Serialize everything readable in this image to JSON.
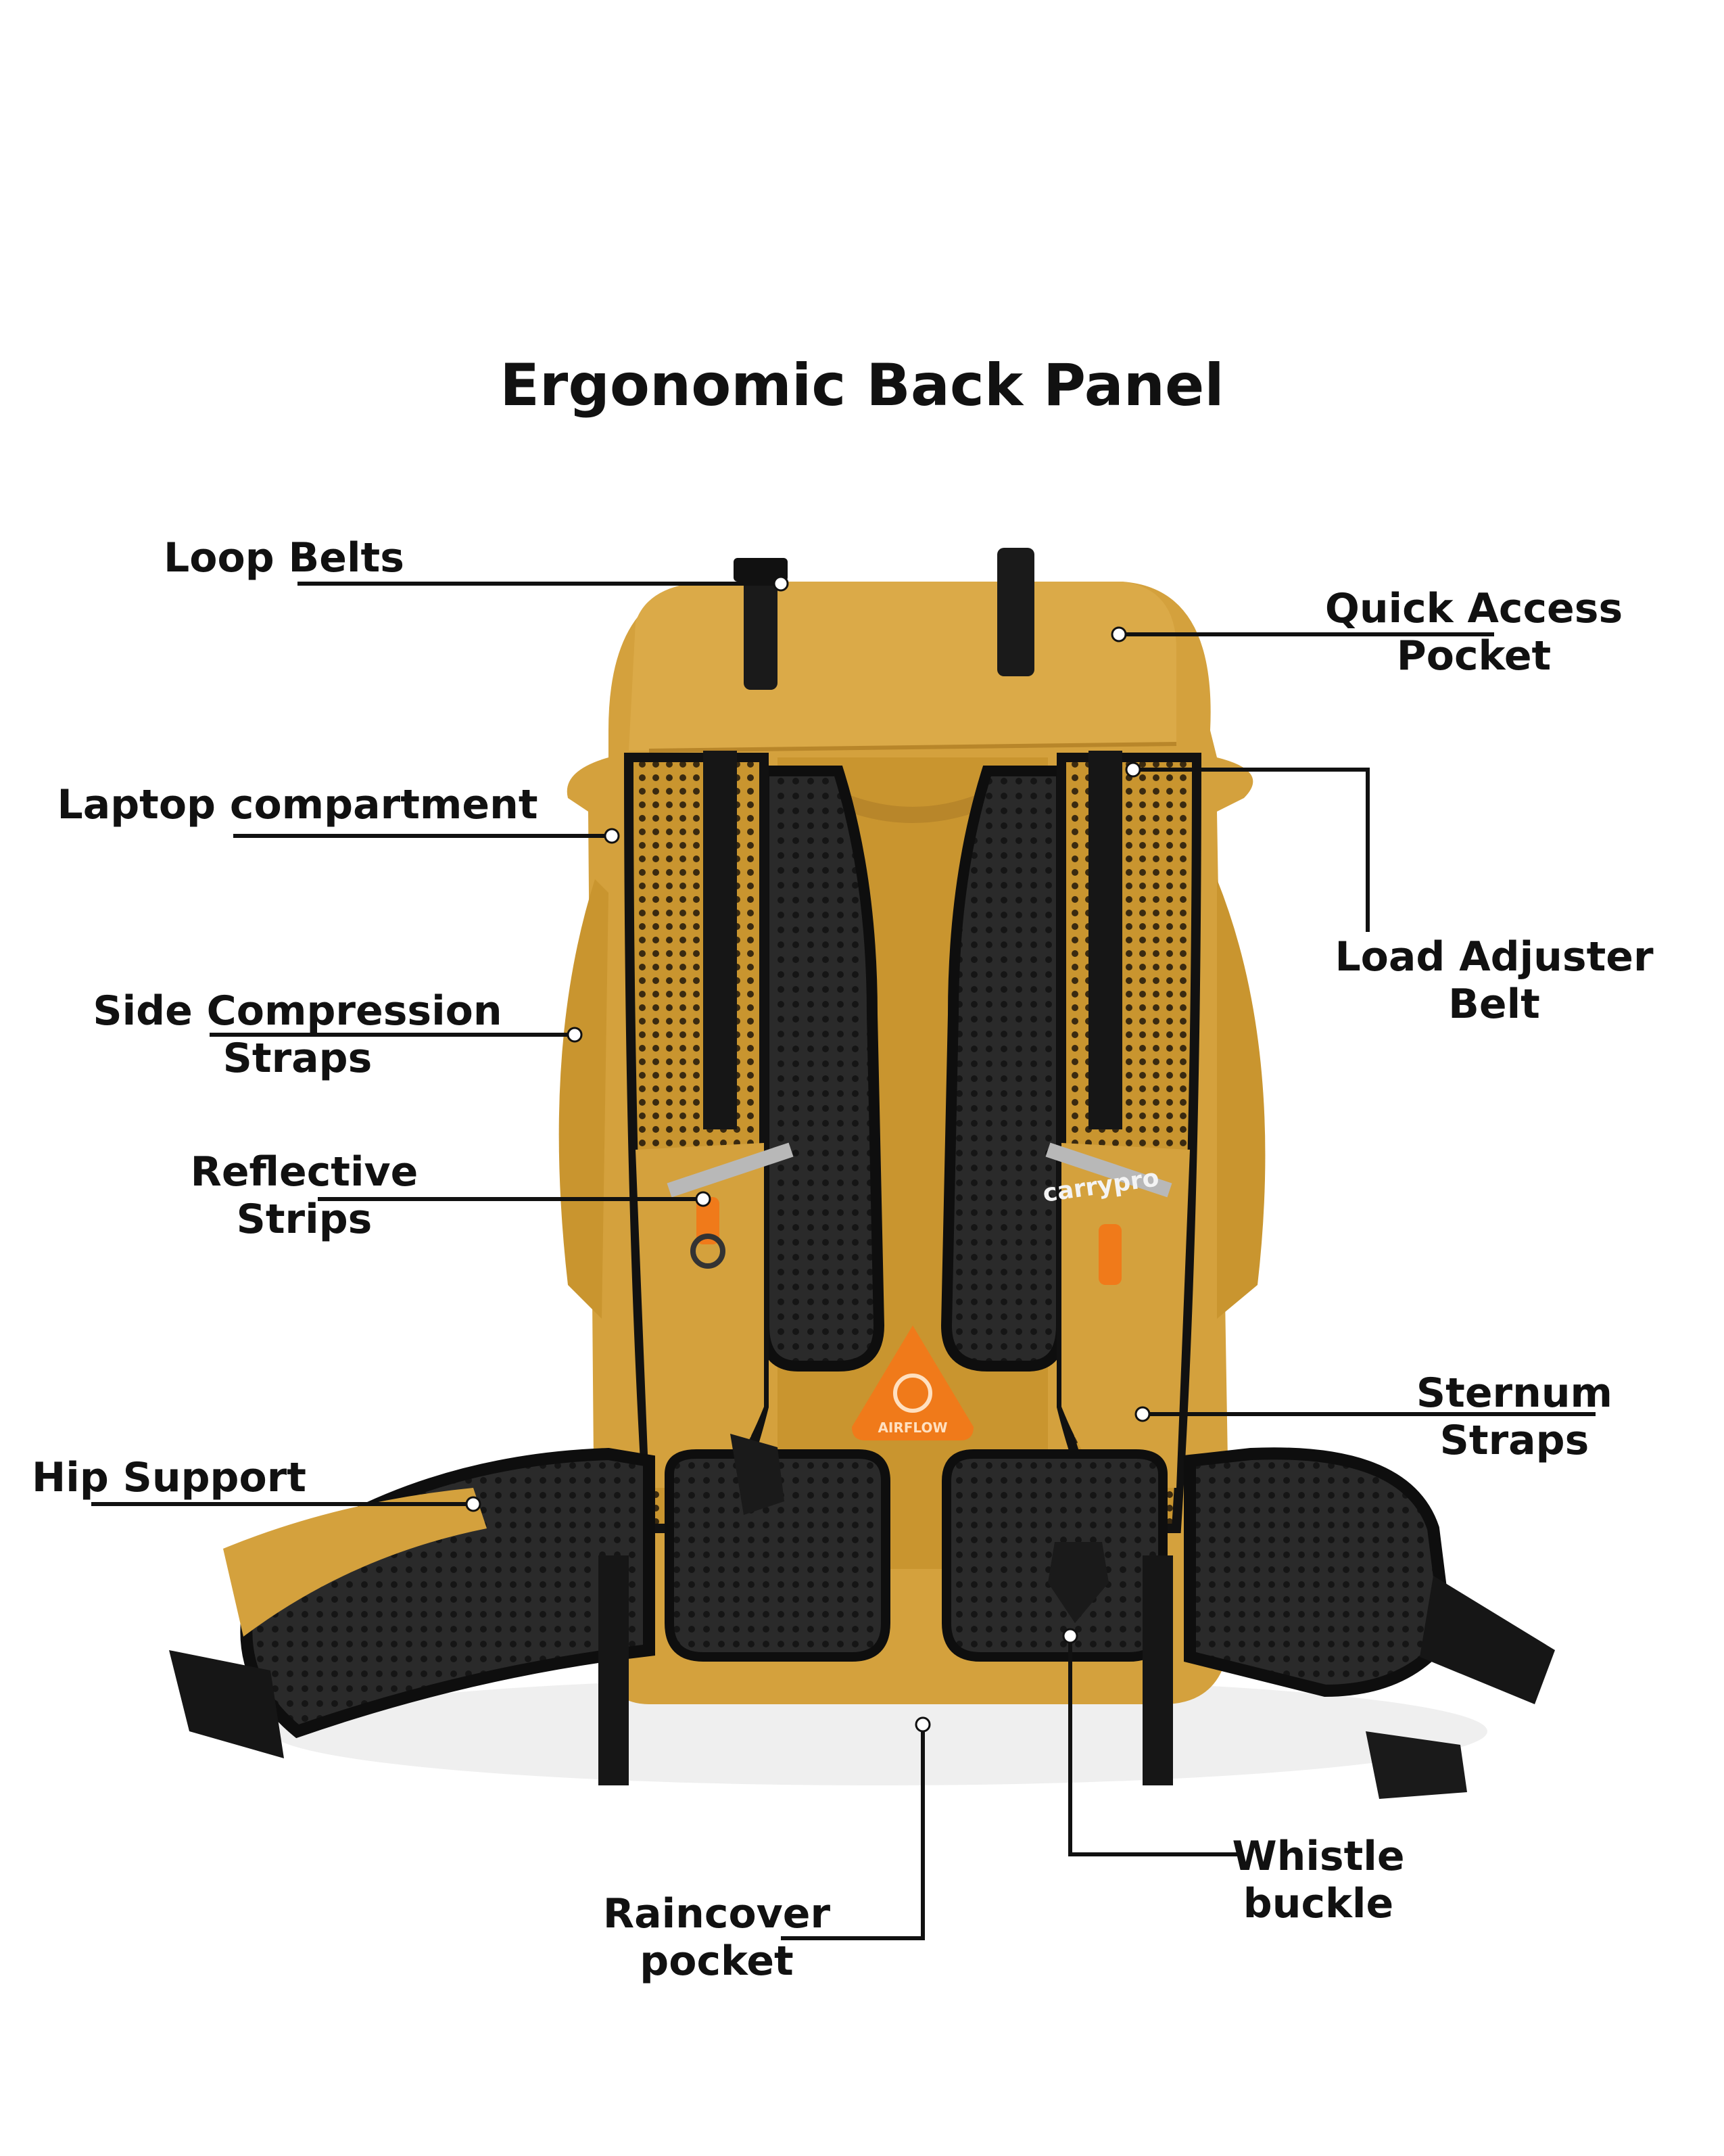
{
  "title": "Ergonomic Back Panel",
  "brand_logo_text": "carrypro",
  "airflow_badge_text": "AIRFLOW",
  "colors": {
    "bag_body": "#D4A13D",
    "bag_shadow": "#B8862A",
    "straps": "#1A1A1A",
    "mesh_padding": "#2A2A2A",
    "accent_orange": "#F07A1A",
    "reflective": "#B8B8B8",
    "leader_line": "#111111"
  },
  "callouts": {
    "loop_belts": {
      "line1": "Loop Belts"
    },
    "quick_access": {
      "line1": "Quick Access",
      "line2": "Pocket"
    },
    "laptop": {
      "line1": "Laptop compartment"
    },
    "load_adjuster": {
      "line1": "Load Adjuster",
      "line2": "Belt"
    },
    "side_compression": {
      "line1": "Side Compression",
      "line2": "Straps"
    },
    "reflective": {
      "line1": "Reflective",
      "line2": "Strips"
    },
    "sternum": {
      "line1": "Sternum",
      "line2": "Straps"
    },
    "hip_support": {
      "line1": "Hip Support"
    },
    "whistle": {
      "line1": "Whistle",
      "line2": "buckle"
    },
    "raincover": {
      "line1": "Raincover",
      "line2": "pocket"
    }
  }
}
